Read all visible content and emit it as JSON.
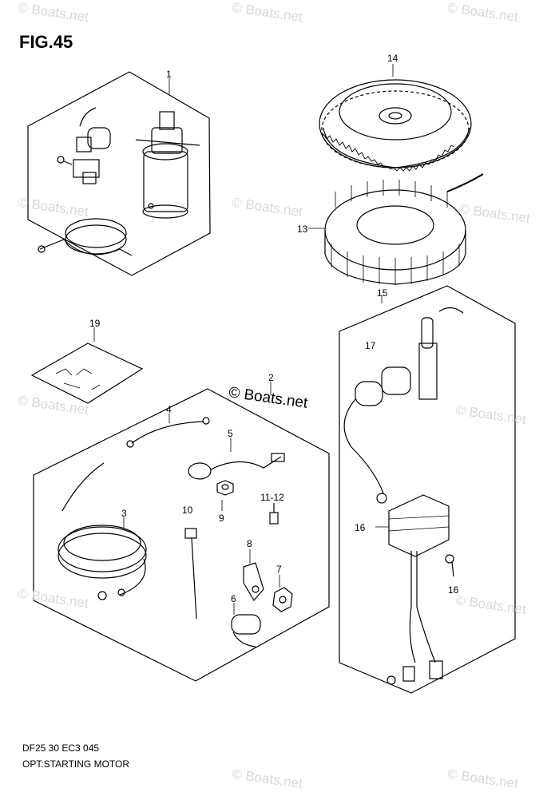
{
  "figure": {
    "title": "FIG.45"
  },
  "callouts": {
    "c1": "1",
    "c2": "2",
    "c3": "3",
    "c4": "4",
    "c5": "5",
    "c6": "6",
    "c7": "7",
    "c8": "8",
    "c9": "9",
    "c10": "10",
    "c11_12": "11-12",
    "c13": "13",
    "c14": "14",
    "c15": "15",
    "c16a": "16",
    "c16b": "16",
    "c17": "17",
    "c19": "19"
  },
  "watermark": {
    "text": "© Boats.net"
  },
  "footer": {
    "model_code": "DF25 30 EC3  045",
    "caption": "OPT:STARTING MOTOR"
  }
}
